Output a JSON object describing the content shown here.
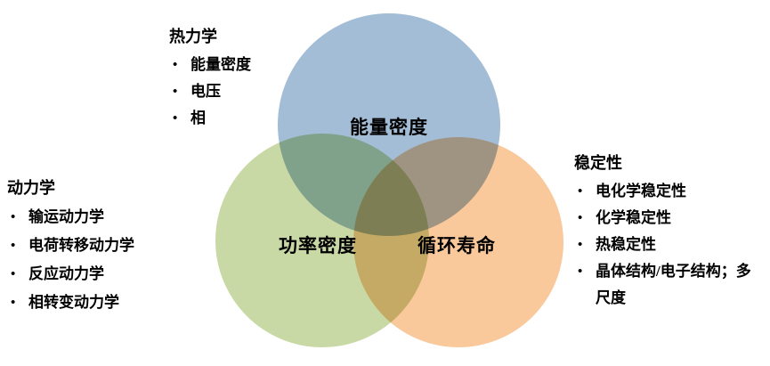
{
  "venn": {
    "circles": [
      {
        "id": "energy-density",
        "label": "能量密度",
        "color": "#a3bdd6"
      },
      {
        "id": "power-density",
        "label": "功率密度",
        "color": "#c9d9a5"
      },
      {
        "id": "cycle-life",
        "label": "循环寿命",
        "color": "#f9c89b"
      }
    ],
    "annotations": [
      {
        "id": "thermodynamics",
        "title": "热力学",
        "items": [
          "能量密度",
          "电压",
          "相"
        ]
      },
      {
        "id": "kinetics",
        "title": "动力学",
        "items": [
          "输运动力学",
          "电荷转移动力学",
          "反应动力学",
          "相转变动力学"
        ]
      },
      {
        "id": "stability",
        "title": "稳定性",
        "items": [
          "电化学稳定性",
          "化学稳定性",
          "热稳定性",
          "晶体结构/电子结构；多尺度"
        ]
      }
    ]
  }
}
